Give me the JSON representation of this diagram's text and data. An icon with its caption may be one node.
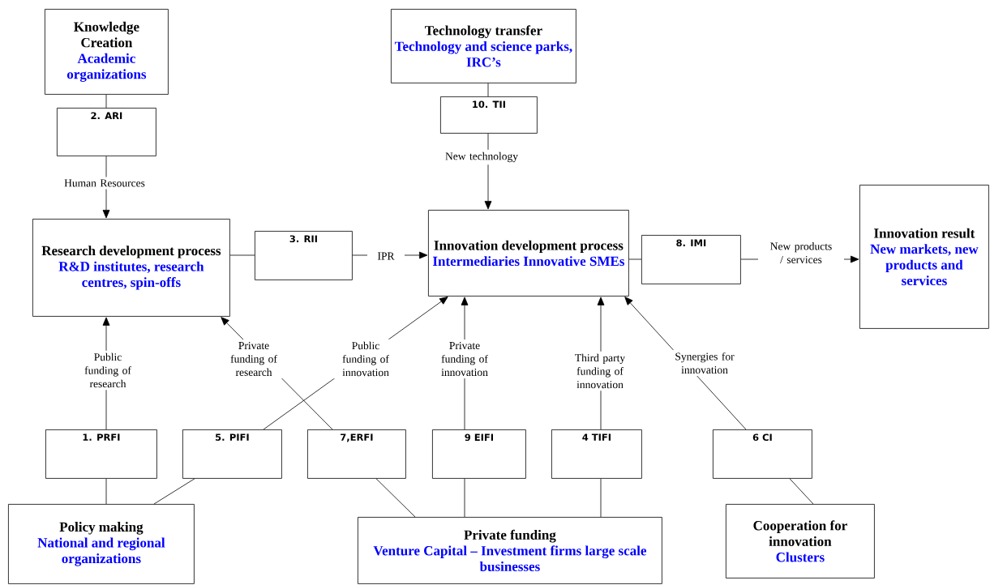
{
  "diagram": {
    "nodes": [
      {
        "text": [
          "Knowledge Creation",
          "Academic organizations"
        ]
      },
      {
        "text": [
          "2. ARI"
        ]
      },
      {
        "text": [
          "Technology transfer",
          "Technology and science parks, IRC’s"
        ]
      },
      {
        "text": [
          "10. TII"
        ]
      },
      {
        "text": [
          "Research development process",
          "R&D institutes, research centres, spin-offs"
        ]
      },
      {
        "text": [
          "3. RII"
        ]
      },
      {
        "text": [
          "Innovation development process",
          "Intermediaries Innovative SMEs"
        ]
      },
      {
        "text": [
          "8. IMI"
        ]
      },
      {
        "text": [
          "Innovation result",
          "New markets, new products and services"
        ]
      },
      {
        "text": [
          "1. PRFI"
        ]
      },
      {
        "text": [
          "5. PIFI"
        ]
      },
      {
        "text": [
          "7,ERFI"
        ]
      },
      {
        "text": [
          "9 EIFI"
        ]
      },
      {
        "text": [
          "4 TIFI"
        ]
      },
      {
        "text": [
          "6 CI"
        ]
      },
      {
        "text": [
          "Policy making",
          "National and regional organizations"
        ]
      },
      {
        "text": [
          "Private funding",
          "Venture Capital – Investment firms large scale businesses"
        ]
      },
      {
        "text": [
          "Cooperation for innovation",
          "Clusters"
        ]
      }
    ],
    "edges": [
      {
        "from": 0,
        "to": 1,
        "arrow": "none"
      },
      {
        "from": 1,
        "to": 4,
        "arrow": "to",
        "label": "Human Resources"
      },
      {
        "from": 2,
        "to": 3,
        "arrow": "none"
      },
      {
        "from": 3,
        "to": 6,
        "arrow": "to",
        "label": "New technology"
      },
      {
        "from": 4,
        "to": 5,
        "arrow": "none"
      },
      {
        "from": 5,
        "to": 6,
        "arrow": "to",
        "label": "IPR"
      },
      {
        "from": 6,
        "to": 7,
        "arrow": "none"
      },
      {
        "from": 7,
        "to": 8,
        "arrow": "to",
        "label": "New products / services"
      },
      {
        "from": 15,
        "to": 9,
        "arrow": "none"
      },
      {
        "from": 9,
        "to": 4,
        "arrow": "to",
        "label": "Public funding of research"
      },
      {
        "from": 15,
        "to": 10,
        "arrow": "none"
      },
      {
        "from": 10,
        "to": 6,
        "arrow": "to",
        "label": "Public funding of innovation"
      },
      {
        "from": 16,
        "to": 11,
        "arrow": "none"
      },
      {
        "from": 11,
        "to": 4,
        "arrow": "to",
        "label": "Private funding of research"
      },
      {
        "from": 16,
        "to": 12,
        "arrow": "none"
      },
      {
        "from": 12,
        "to": 6,
        "arrow": "to",
        "label": "Private funding of innovation"
      },
      {
        "from": 16,
        "to": 13,
        "arrow": "none"
      },
      {
        "from": 13,
        "to": 6,
        "arrow": "to",
        "label": "Third party funding of innovation"
      },
      {
        "from": 17,
        "to": 14,
        "arrow": "none"
      },
      {
        "from": 14,
        "to": 6,
        "arrow": "to",
        "label": "Synergies for innovation"
      }
    ]
  }
}
